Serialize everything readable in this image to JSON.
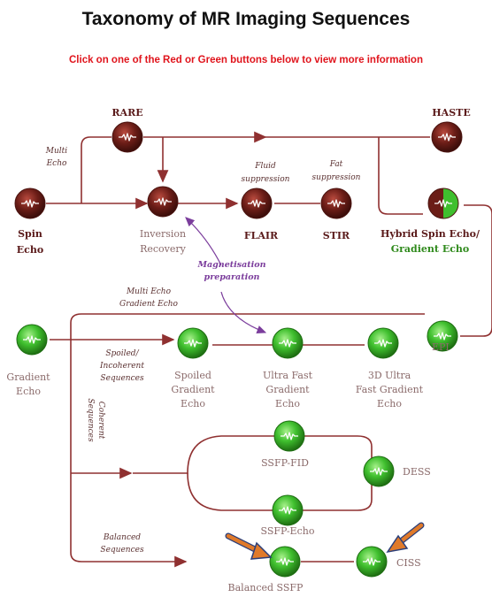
{
  "header": {
    "title": "Taxonomy of MR Imaging Sequences",
    "instruction": "Click on one of the Red or Green buttons below to view more information"
  },
  "colors": {
    "red_button": "#6b1d17",
    "green_button": "#3fbf2e",
    "line": "#8f3030",
    "arrow": "#e07a2a",
    "purple": "#7b3d9c"
  },
  "nodes": {
    "rare": {
      "label": "RARE",
      "color": "red"
    },
    "haste": {
      "label": "HASTE",
      "color": "red"
    },
    "spin_echo": {
      "label_line1": "Spin",
      "label_line2": "Echo",
      "color": "red"
    },
    "inversion_recovery": {
      "label_line1": "Inversion",
      "label_line2": "Recovery",
      "color": "red"
    },
    "flair": {
      "label": "FLAIR",
      "color": "red"
    },
    "stir": {
      "label": "STIR",
      "color": "red"
    },
    "hybrid": {
      "label_line1": "Hybrid Spin Echo/",
      "label_line2": "Gradient Echo",
      "color": "red-green"
    },
    "epi": {
      "label": "EPI",
      "color": "green"
    },
    "gradient_echo": {
      "label_line1": "Gradient",
      "label_line2": "Echo",
      "color": "green"
    },
    "spoiled_ge": {
      "label_line1": "Spoiled",
      "label_line2": "Gradient",
      "label_line3": "Echo",
      "color": "green"
    },
    "ultra_fast_ge": {
      "label_line1": "Ultra Fast",
      "label_line2": "Gradient",
      "label_line3": "Echo",
      "color": "green"
    },
    "ultra_fast_3d": {
      "label_line1": "3D Ultra",
      "label_line2": "Fast Gradient",
      "label_line3": "Echo",
      "color": "green"
    },
    "ssfp_fid": {
      "label": "SSFP-FID",
      "color": "green"
    },
    "dess": {
      "label": "DESS",
      "color": "green"
    },
    "ssfp_echo": {
      "label": "SSFP-Echo",
      "color": "green"
    },
    "balanced_ssfp": {
      "label": "Balanced SSFP",
      "color": "green"
    },
    "ciss": {
      "label": "CISS",
      "color": "green"
    }
  },
  "annotations": {
    "multi_echo_1": "Multi",
    "multi_echo_2": "Echo",
    "fluid_1": "Fluid",
    "fluid_2": "suppression",
    "fat_1": "Fat",
    "fat_2": "suppression",
    "mag_prep_1": "Magnetisation",
    "mag_prep_2": "preparation",
    "multi_echo_ge_1": "Multi Echo",
    "multi_echo_ge_2": "Gradient Echo",
    "spoiled_1": "Spoiled/",
    "spoiled_2": "Incoherent",
    "spoiled_3": "Sequences",
    "coherent_1": "Coherent",
    "coherent_2": "Sequences",
    "balanced_1": "Balanced",
    "balanced_2": "Sequences"
  }
}
